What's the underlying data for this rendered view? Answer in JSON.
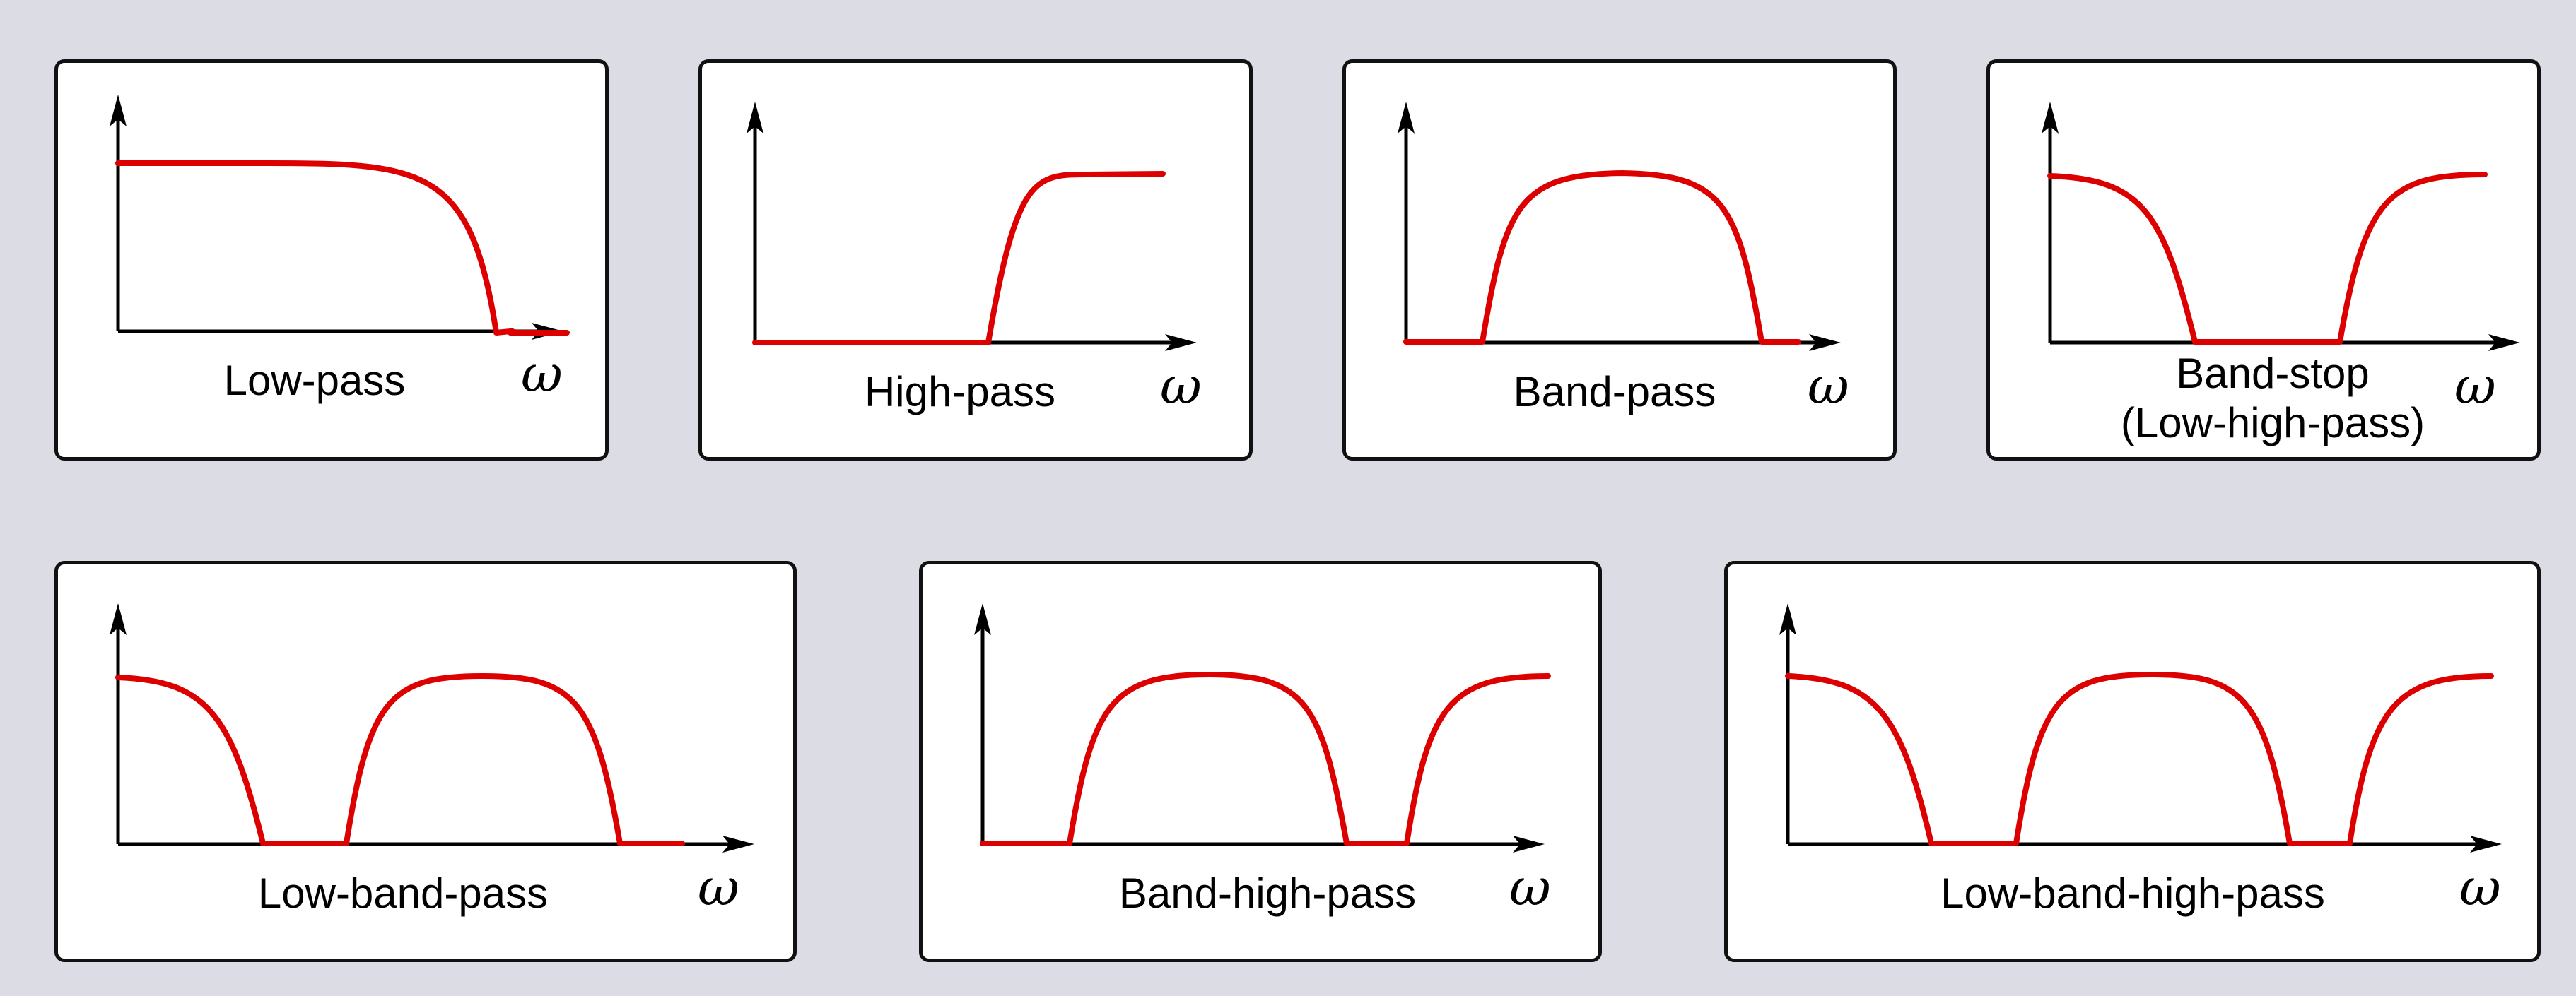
{
  "axis_symbol": "ω",
  "colors": {
    "background": "#dcdce4",
    "panel": "#ffffff",
    "border": "#111111",
    "curve": "#dd0000",
    "axis": "#000000"
  },
  "panels": [
    {
      "id": "low-pass",
      "label_lines": [
        "Low-pass"
      ]
    },
    {
      "id": "high-pass",
      "label_lines": [
        "High-pass"
      ]
    },
    {
      "id": "band-pass",
      "label_lines": [
        "Band-pass"
      ]
    },
    {
      "id": "band-stop",
      "label_lines": [
        "Band-stop",
        "(Low-high-pass)"
      ]
    },
    {
      "id": "low-band-pass",
      "label_lines": [
        "Low-band-pass"
      ]
    },
    {
      "id": "band-high-pass",
      "label_lines": [
        "Band-high-pass"
      ]
    },
    {
      "id": "low-band-high-pass",
      "label_lines": [
        "Low-band-high-pass"
      ]
    }
  ]
}
